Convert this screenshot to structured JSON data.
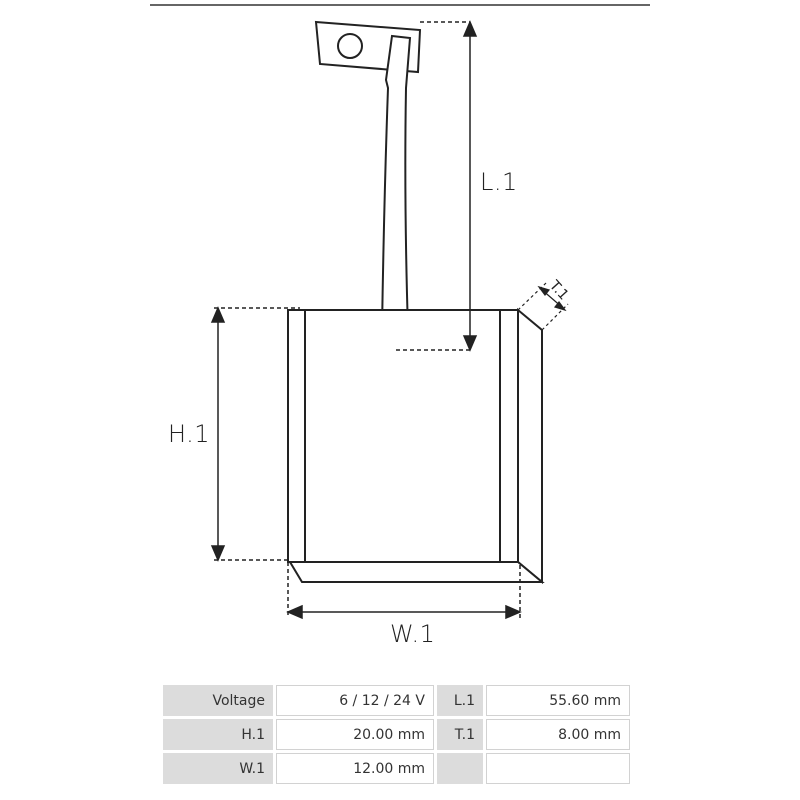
{
  "diagram": {
    "labels": {
      "l1": "L.1",
      "h1": "H.1",
      "w1": "W.1",
      "t1": "T.1"
    }
  },
  "specs": {
    "rows": [
      {
        "label_a": "Voltage",
        "value_a": "6 / 12 / 24 V",
        "label_b": "L.1",
        "value_b": "55.60 mm"
      },
      {
        "label_a": "H.1",
        "value_a": "20.00 mm",
        "label_b": "T.1",
        "value_b": "8.00 mm"
      },
      {
        "label_a": "W.1",
        "value_a": "12.00 mm",
        "label_b": "",
        "value_b": ""
      }
    ]
  }
}
